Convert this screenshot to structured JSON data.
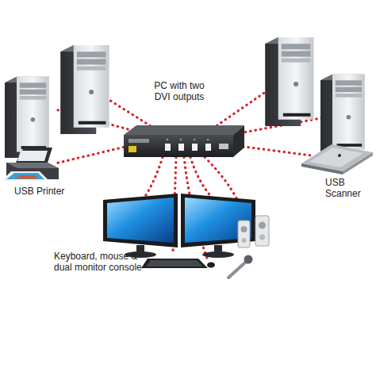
{
  "diagram": {
    "labels": [
      "PC with two DVI outputs",
      "USB Printer",
      "USB Scanner",
      "Keyboard, mouse & dual monitor console"
    ]
  }
}
